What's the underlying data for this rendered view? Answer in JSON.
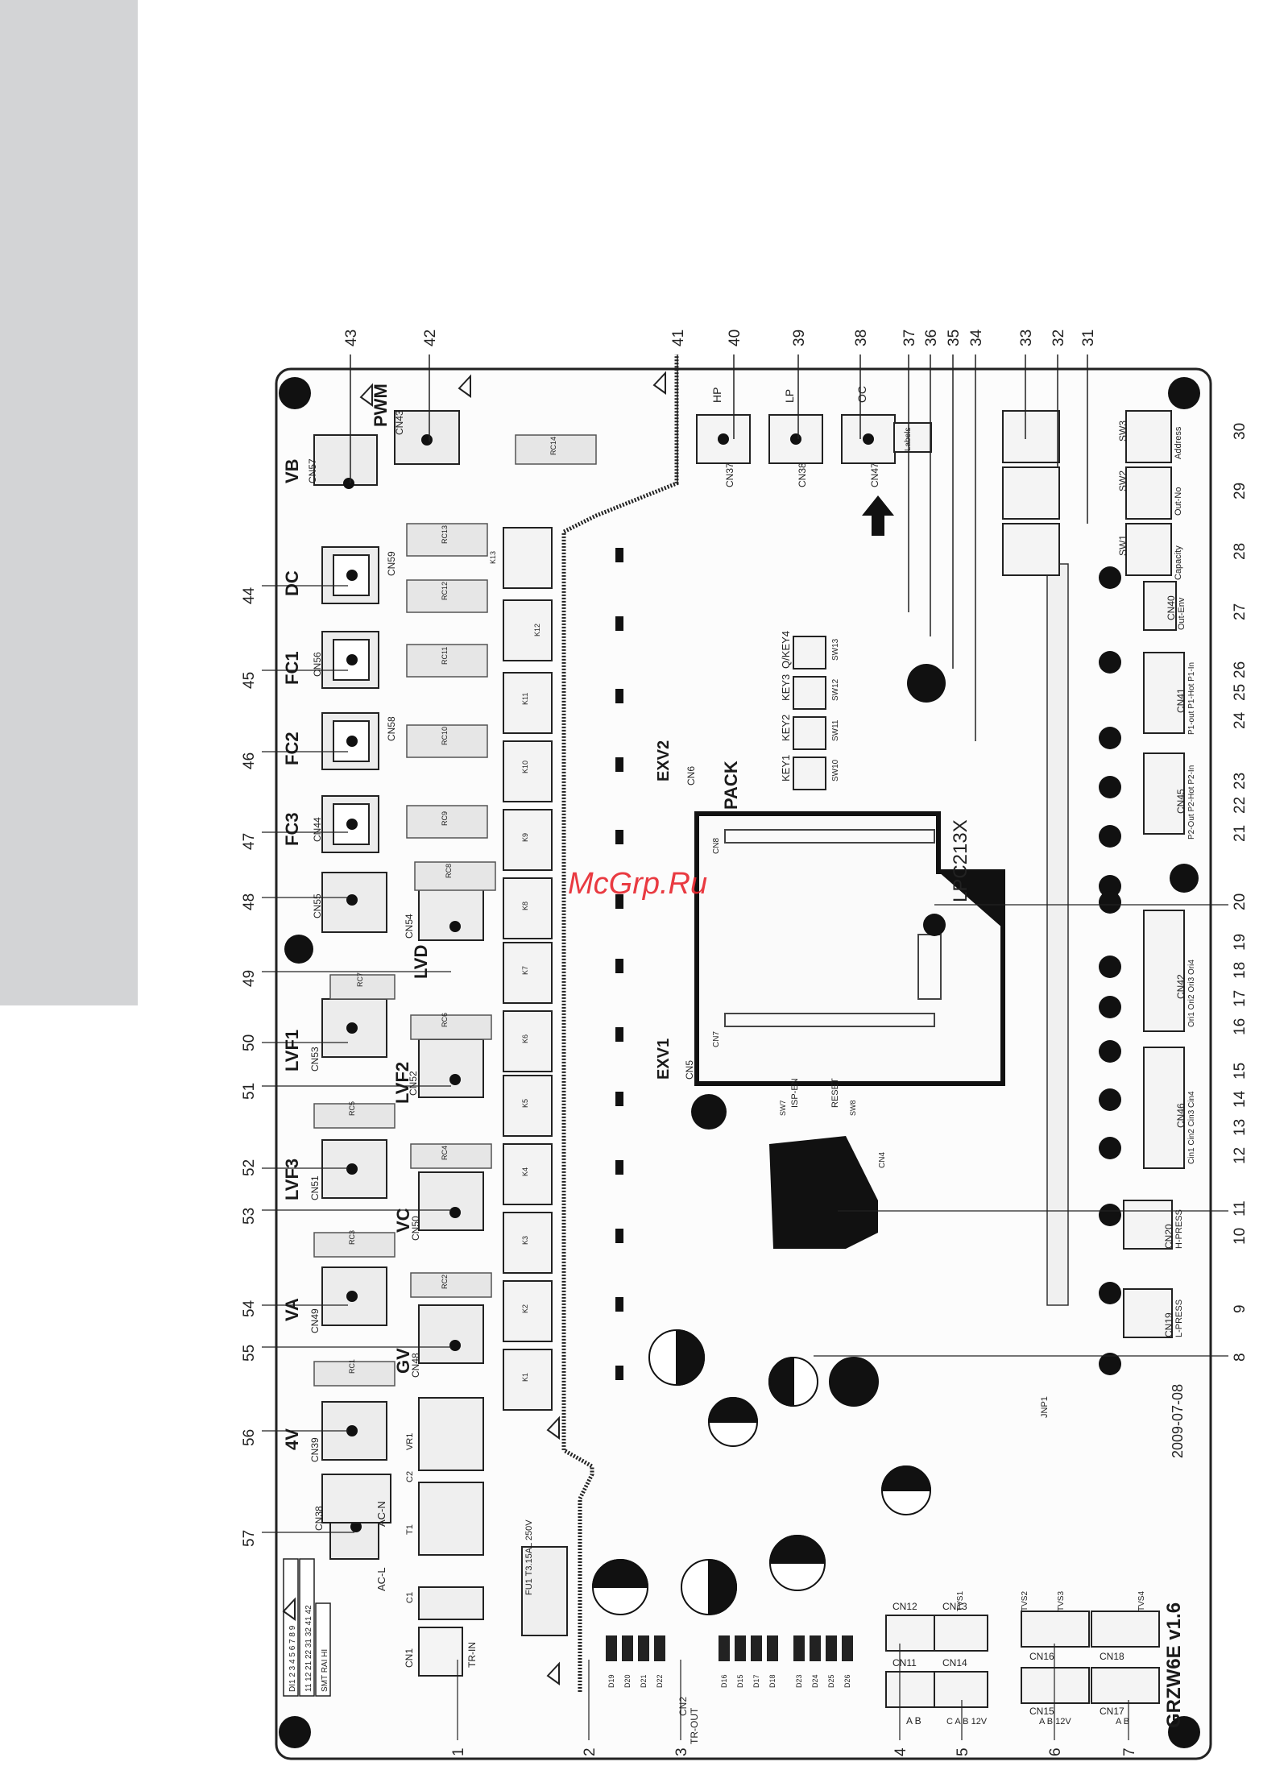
{
  "watermark": "McGrp.Ru",
  "board": {
    "model": "GRZW6E v1.6",
    "date": "2009-07-08",
    "chip": "LPC213X",
    "pack": "PACK"
  },
  "callouts": {
    "top": [
      "43",
      "42",
      "41",
      "40",
      "39",
      "38",
      "37",
      "36",
      "35",
      "34",
      "33",
      "32",
      "31"
    ],
    "right": [
      "30",
      "29",
      "28",
      "27",
      "26",
      "25",
      "24",
      "23",
      "22",
      "21",
      "20",
      "19",
      "18",
      "17",
      "16",
      "15",
      "14",
      "13",
      "12",
      "11",
      "10",
      "9",
      "8"
    ],
    "left": [
      "44",
      "45",
      "46",
      "47",
      "48",
      "49",
      "50",
      "51",
      "52",
      "53",
      "54",
      "55",
      "56",
      "57"
    ],
    "bottom": [
      "1",
      "2",
      "3",
      "4",
      "5",
      "6",
      "7"
    ]
  },
  "connectors": {
    "top_bank": [
      {
        "label": "VB",
        "ref": "CN57"
      },
      {
        "label": "PWM",
        "ref": "CN43"
      },
      {
        "label": "HP",
        "ref": "CN37"
      },
      {
        "label": "LP",
        "ref": "CN38"
      },
      {
        "label": "OC",
        "ref": "CN47"
      }
    ],
    "left_bank": [
      {
        "label": "DC",
        "ref": "CN59"
      },
      {
        "label": "FC1",
        "ref": "CN56"
      },
      {
        "label": "FC2",
        "ref": "CN58"
      },
      {
        "label": "FC3",
        "ref": "CN44"
      },
      {
        "label": "",
        "ref": "CN55"
      },
      {
        "label": "LVD",
        "ref": "CN54"
      },
      {
        "label": "LVF1",
        "ref": "CN53"
      },
      {
        "label": "LVF2",
        "ref": "CN52"
      },
      {
        "label": "LVF3",
        "ref": "CN51"
      },
      {
        "label": "VC",
        "ref": "CN50"
      },
      {
        "label": "VA",
        "ref": "CN49"
      },
      {
        "label": "GV",
        "ref": "CN48"
      },
      {
        "label": "4V",
        "ref": "CN39"
      }
    ],
    "right_bank": [
      {
        "label": "Capacity",
        "ref": "SW1"
      },
      {
        "label": "Out-No",
        "ref": "SW2"
      },
      {
        "label": "Address",
        "ref": "SW3"
      },
      {
        "label": "Out-Env",
        "ref": "CN40"
      },
      {
        "label": "P1-out P1-Hot P1-In",
        "ref": "CN41"
      },
      {
        "label": "P2-Out P2-Hot P2-In",
        "ref": "CN45"
      },
      {
        "label": "Ori1 Ori2 Ori3 Ori4",
        "ref": "CN42"
      },
      {
        "label": "Cin1 Cin2 Cin3 Cin4",
        "ref": "CN46"
      },
      {
        "label": "H-PRESS",
        "ref": "CN20"
      },
      {
        "label": "L-PRESS",
        "ref": "CN19"
      }
    ],
    "bottom_bank": [
      {
        "label": "TR-IN",
        "ref": "CN1"
      },
      {
        "label": "TR-OUT",
        "ref": "CN2"
      },
      {
        "label": "A B",
        "ref": "CN11"
      },
      {
        "label": "C A B 12V",
        "ref": "CN14"
      },
      {
        "label": "",
        "ref": "CN12"
      },
      {
        "label": "",
        "ref": "CN13"
      },
      {
        "label": "A B 12V",
        "ref": "CN15"
      },
      {
        "label": "",
        "ref": "CN16"
      },
      {
        "label": "A B",
        "ref": "CN17"
      },
      {
        "label": "",
        "ref": "CN18"
      }
    ]
  },
  "power": {
    "ac_l": "AC-L",
    "ac_n": "AC-N",
    "ref": "CN38",
    "fuse": "FU1 T3.15AL 250V",
    "vr": "VR1",
    "t1": "T1",
    "c1": "C1",
    "c2": "C2"
  },
  "keys": [
    "KEY1",
    "KEY2",
    "KEY3",
    "Q/KEY4"
  ],
  "keys_sw": [
    "SW10",
    "SW11",
    "SW12",
    "SW13"
  ],
  "exv": [
    "EXV1",
    "EXV2"
  ],
  "exv_ref": [
    "CN5",
    "CN6"
  ],
  "misc": {
    "isp": "ISP-EN",
    "reset": "RESET",
    "isp_sw": "SW7",
    "reset_sw": "SW8",
    "jnp": "JNP1",
    "cn4": "CN4",
    "cn7": "CN7",
    "cn8": "CN8",
    "labels": "Labels"
  },
  "relays": [
    "K1",
    "K2",
    "K3",
    "K4",
    "K5",
    "K6",
    "K7",
    "K8",
    "K9",
    "K10",
    "K11",
    "K12",
    "K13"
  ],
  "rc": [
    "RC1",
    "RC2",
    "RC3",
    "RC4",
    "RC5",
    "RC6",
    "RC7",
    "RC8",
    "RC9",
    "RC10",
    "RC11",
    "RC12",
    "RC13",
    "RC14"
  ],
  "diodes_bottom": [
    "D19",
    "D20",
    "D21",
    "D22",
    "D16",
    "D15",
    "D17",
    "D18",
    "D23",
    "D24",
    "D25",
    "D26"
  ],
  "dip": {
    "row1": "DI1 2 3 4 5 6 7 8 9",
    "row2": "11 12 21 22 31 32 41 42",
    "row3": "SMT RAI HI"
  },
  "tvs": [
    "TVS1",
    "TVS2",
    "TVS3",
    "TVS4"
  ],
  "colors": {
    "ink": "#111111",
    "board_line": "#333333",
    "sidebar": "#d3d4d6",
    "watermark": "#e8262d"
  }
}
